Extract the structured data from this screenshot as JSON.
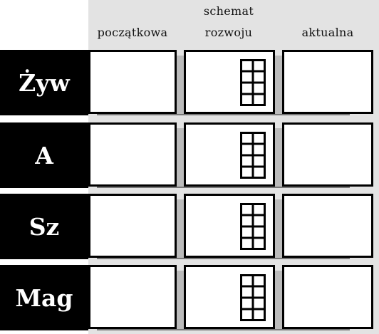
{
  "columns": {
    "initial": "początkowa",
    "scheme_line1": "schemat",
    "scheme_line2": "rozwoju",
    "current": "aktualna"
  },
  "stats": [
    {
      "label": "Żyw"
    },
    {
      "label": "A"
    },
    {
      "label": "Sz"
    },
    {
      "label": "Mag"
    }
  ],
  "colors": {
    "label_bg": "#000000",
    "panel_bg": "#e3e3e3",
    "shadow": "#777777"
  },
  "icons": {
    "advance_scheme": "grid-icon"
  }
}
